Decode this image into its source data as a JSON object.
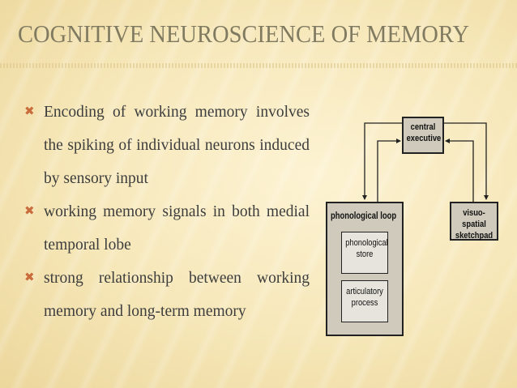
{
  "slide": {
    "title": "COGNITIVE NEUROSCIENCE OF MEMORY",
    "bullets": [
      {
        "text": "Encoding of working memory involves the spiking of individual neurons induced by sensory input"
      },
      {
        "text": "working memory signals in both medial temporal lobe"
      },
      {
        "text": "strong relationship between working memory and long-term memory"
      }
    ]
  },
  "diagram": {
    "central_executive": {
      "line1": "central",
      "line2": "executive"
    },
    "visuo_spatial": {
      "line1": "visuo-spatial",
      "line2": "sketchpad"
    },
    "phonological_loop": {
      "label": "phonological loop"
    },
    "phonological_store": {
      "line1": "phonological",
      "line2": "store"
    },
    "articulatory_process": {
      "line1": "articulatory",
      "line2": "process"
    }
  },
  "icons": {
    "bullet": "x-mark-bullet-icon"
  },
  "colors": {
    "title": "#807a61",
    "bullet_icon": "#c96b3a",
    "text": "#3d3d3d",
    "box_fill": "#cfcabb"
  }
}
